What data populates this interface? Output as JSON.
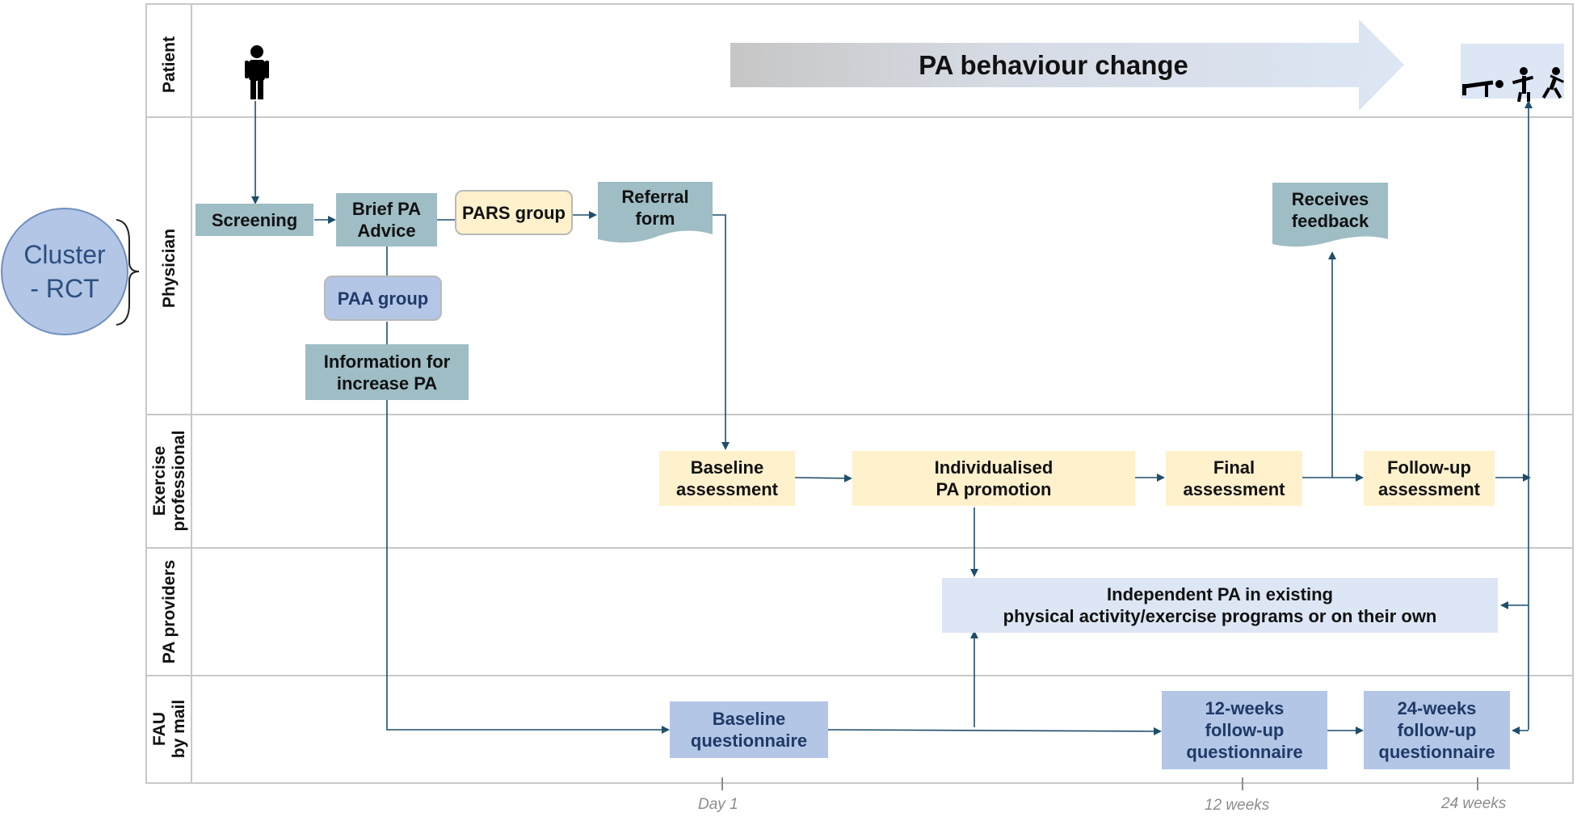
{
  "lanes": [
    {
      "id": "patient",
      "label": "Patient"
    },
    {
      "id": "physician",
      "label": "Physician"
    },
    {
      "id": "exercise",
      "label": "Exercise\nprofessional"
    },
    {
      "id": "pa_providers",
      "label": "PA providers"
    },
    {
      "id": "fau",
      "label": "FAU\nby mail"
    }
  ],
  "cluster": {
    "label": "Cluster\n- RCT"
  },
  "banner": {
    "label": "PA behaviour change"
  },
  "nodes": {
    "screening": "Screening",
    "brief_pa_advice": "Brief PA\nAdvice",
    "pars_group": "PARS group",
    "referral_form": "Referral\nform",
    "paa_group": "PAA group",
    "information": "Information for\nincrease PA",
    "receives_feedback": "Receives\nfeedback",
    "baseline_assessment": "Baseline\nassessment",
    "individualised_promotion": "Individualised\nPA promotion",
    "final_assessment": "Final\nassessment",
    "followup_assessment": "Follow-up\nassessment",
    "independent_pa": "Independent PA in existing\nphysical activity/exercise programs or on their own",
    "baseline_questionnaire": "Baseline\nquestionnaire",
    "q12_weeks": "12-weeks\nfollow-up\nquestionnaire",
    "q24_weeks": "24-weeks\nfollow-up\nquestionnaire"
  },
  "timeline": {
    "ticks": [
      "Day 1",
      "12 weeks",
      "24 weeks"
    ]
  },
  "colors": {
    "teal": "#9ebdc5",
    "cream": "#fef1cc",
    "blue": "#b3c6e6",
    "light_blue": "#dce6f4",
    "arrow": "#1f4e6b",
    "lane_line": "#c8c8c8"
  },
  "icons": [
    "person-standing-icon",
    "person-exercising-icon"
  ]
}
